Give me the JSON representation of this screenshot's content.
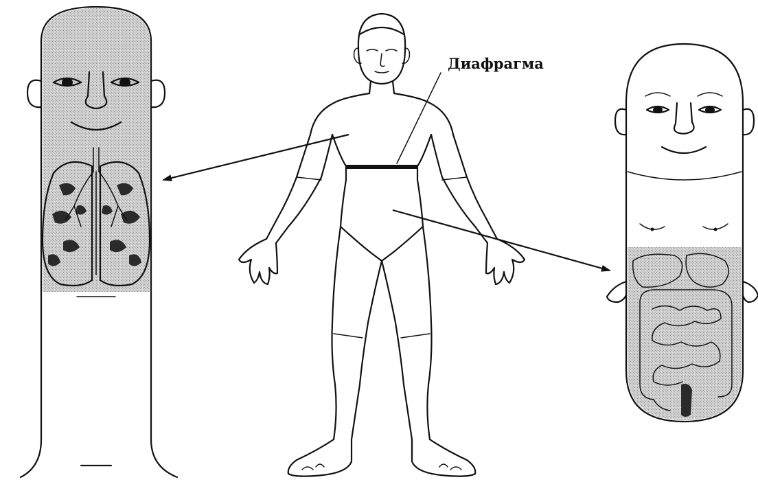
{
  "labels": {
    "diaphragm": "Диафрагма"
  },
  "figures": {
    "left": "chest-tube-figure",
    "center": "human-body-figure",
    "right": "abdomen-tube-figure"
  },
  "colors": {
    "ink": "#111111",
    "shade": "#c8c8c8",
    "background": "#ffffff"
  }
}
